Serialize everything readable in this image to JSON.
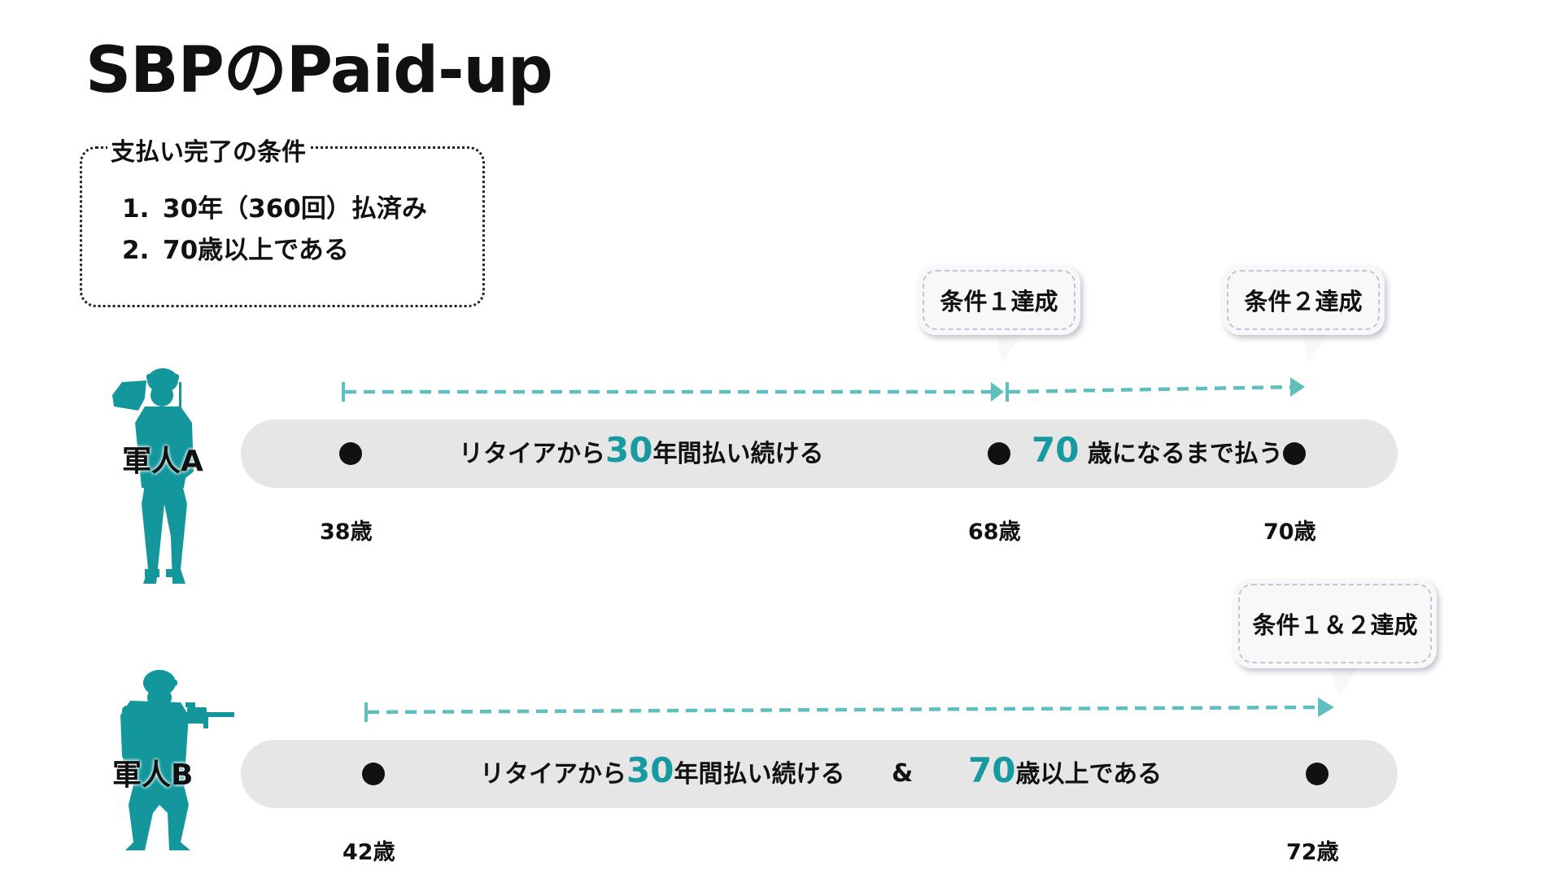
{
  "title": "SBPのPaid-up",
  "conditions": {
    "heading": "支払い完了の条件",
    "items": [
      {
        "num": "1.",
        "text": "30年（360回）払済み"
      },
      {
        "num": "2.",
        "text": "70歳以上である"
      }
    ]
  },
  "soldier_a": {
    "label": "軍人A",
    "bar_text_1_prefix": "リタイアから",
    "bar_text_1_num": "30",
    "bar_text_1_suffix": "年間払い続ける",
    "bar_text_2_num": "70",
    "bar_text_2_suffix": "歳になるまで払う",
    "ages": [
      "38歳",
      "68歳",
      "70歳"
    ],
    "bubble_1": "条件１達成",
    "bubble_2": "条件２達成"
  },
  "soldier_b": {
    "label": "軍人B",
    "bar_text_1_prefix": "リタイアから",
    "bar_text_1_num": "30",
    "bar_text_1_suffix": "年間払い続ける",
    "amp": "&",
    "bar_text_2_num": "70",
    "bar_text_2_suffix": "歳以上である",
    "ages": [
      "42歳",
      "72歳"
    ],
    "bubble": "条件１＆２達成"
  },
  "colors": {
    "accent": "#169aa0",
    "soldier": "#13979c",
    "arrow": "#5fbfbe",
    "bar": "#e6e6e6"
  },
  "icons": [
    "saluting-soldier-icon",
    "rifle-soldier-icon",
    "dot-marker-icon"
  ]
}
